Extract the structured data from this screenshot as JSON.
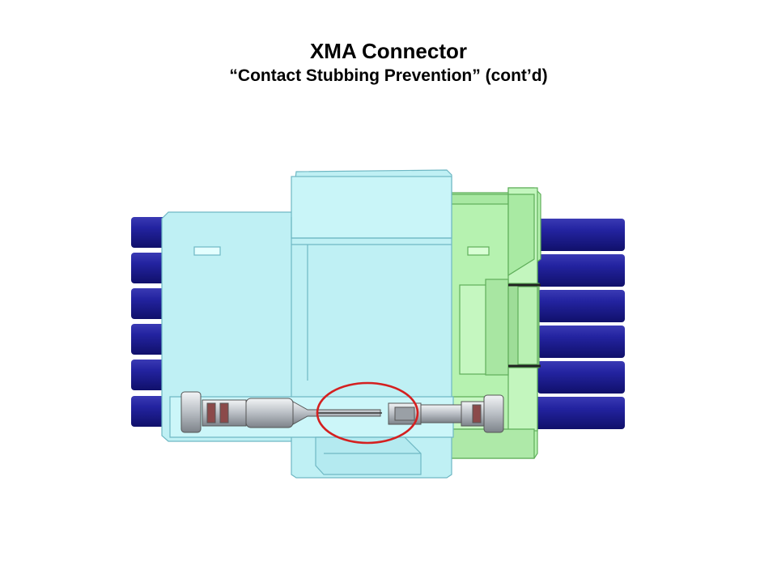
{
  "slide": {
    "title": "XMA Connector",
    "subtitle": "“Contact Stubbing Prevention” (cont’d)"
  },
  "colors": {
    "cable": "#1c1c8e",
    "cable_highlight": "#4d4dc8",
    "housing_cyan": "#bff0f4",
    "housing_cyan_edge": "#6fb8c4",
    "housing_green": "#b6f2b0",
    "housing_green_edge": "#5fae5a",
    "metal": "#c8cdd2",
    "seal": "#8b4a4a",
    "highlight_circle": "#d42020"
  },
  "icons": [
    "connector-cross-section"
  ]
}
